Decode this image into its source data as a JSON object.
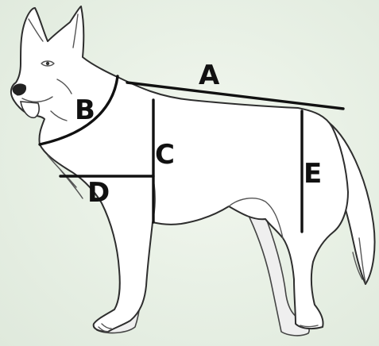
{
  "labels": {
    "a": "A",
    "b": "B",
    "c": "C",
    "d": "D",
    "e": "E"
  },
  "colors": {
    "background": "#e9f1e6",
    "line": "#111111",
    "dog_fill": "#ffffff"
  }
}
